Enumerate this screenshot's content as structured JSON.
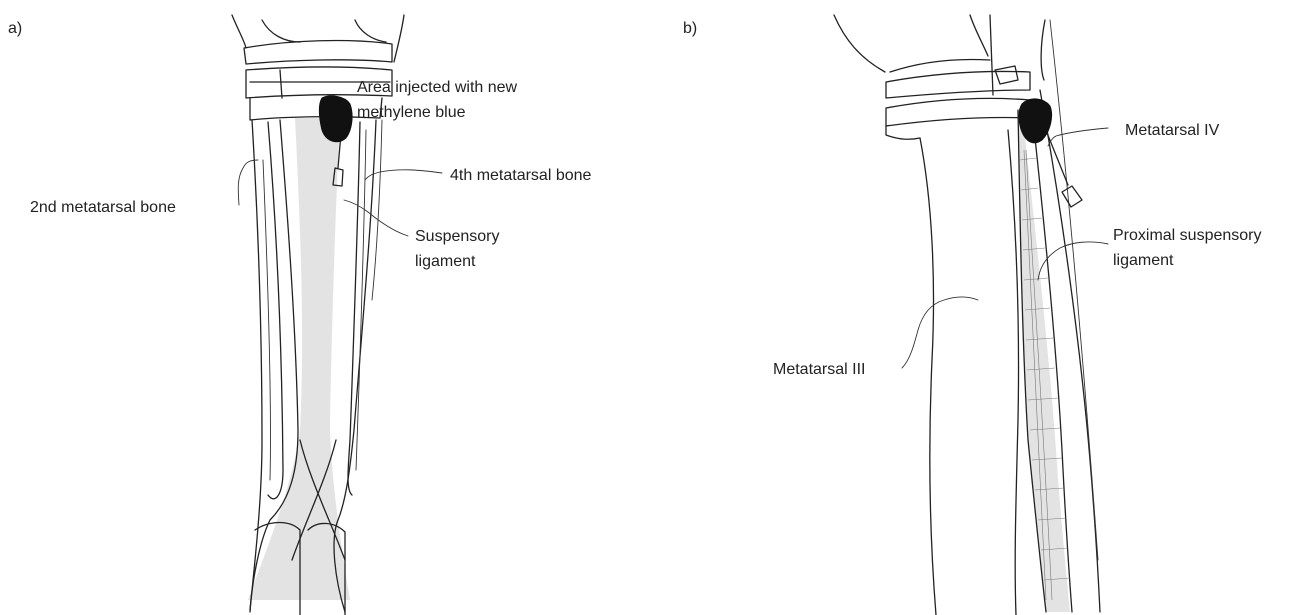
{
  "panels": [
    {
      "id": "a",
      "tag": "a)",
      "labels": {
        "injected_area_line1": "Area injected with new",
        "injected_area_line2": "methylene blue",
        "fourth_metatarsal": "4th metatarsal bone",
        "second_metatarsal": "2nd metatarsal bone",
        "suspensory_line1": "Suspensory",
        "suspensory_line2": "ligament"
      }
    },
    {
      "id": "b",
      "tag": "b)",
      "labels": {
        "metatarsal_iv": "Metatarsal IV",
        "proximal_suspensory_line1": "Proximal suspensory",
        "proximal_suspensory_line2": "ligament",
        "metatarsal_iii": "Metatarsal III"
      }
    }
  ],
  "colors": {
    "ink": "#222222",
    "injection_blob": "#111111",
    "ligament_shading": "#e3e3e3"
  }
}
